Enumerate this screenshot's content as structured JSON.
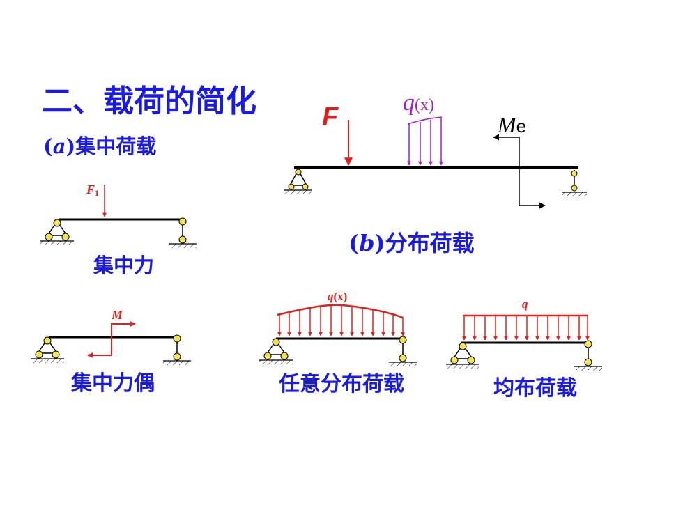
{
  "title": "二、载荷的简化",
  "section_a": {
    "paren_open": "(",
    "letter": "a",
    "paren_close": ")",
    "text": "集中荷载"
  },
  "section_b": {
    "paren_open": "(",
    "letter": "b",
    "paren_close": ")",
    "text": "分布荷载"
  },
  "captions": {
    "concentrated_force": "集中力",
    "concentrated_couple": "集中力偶",
    "arbitrary_distributed": "任意分布荷载",
    "uniform_distributed": "均布荷载"
  },
  "symbols": {
    "main_force": "F",
    "main_dist_q": "q",
    "main_dist_x": "(x)",
    "main_moment_M": "M",
    "main_moment_e": "e",
    "force_F": "F",
    "force_sub": "1",
    "couple_M": "M",
    "arb_q": "q",
    "arb_x": "(x)",
    "uni_q": "q"
  },
  "colors": {
    "text_blue": "#1a1ae6",
    "load_red": "#e0201c",
    "dist_purple": "#a020c0",
    "support_yellow": "#f2e255",
    "beam_black": "#000000"
  }
}
